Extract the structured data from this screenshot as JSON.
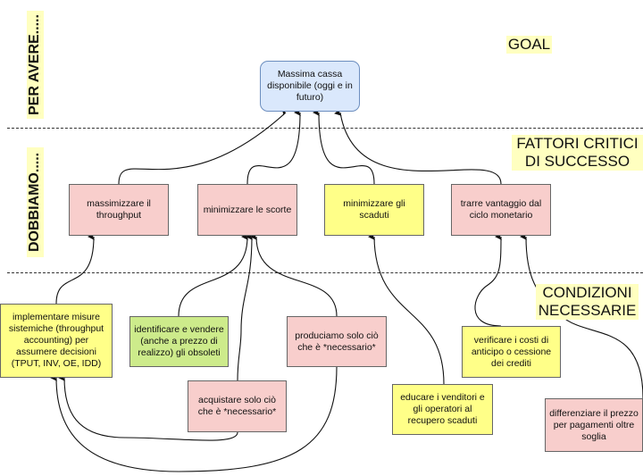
{
  "sections": {
    "per_avere": "PER AVERE.....",
    "dobbiamo": "DOBBIAMO.....",
    "goal": "GOAL",
    "fattori": "FATTORI CRITICI DI SUCCESSO",
    "condizioni": "CONDIZIONI NECESSARIE"
  },
  "goal_box": "Massima cassa disponibile (oggi e in futuro)",
  "critical_factors": [
    "massimizzare il throughput",
    "minimizzare le scorte",
    "minimizzare gli scaduti",
    "trarre vantaggio dal ciclo monetario"
  ],
  "conditions": [
    "implementare misure sistemiche (throughput accounting) per assumere decisioni (TPUT, INV, OE, IDD)",
    "identificare e vendere (anche a prezzo di realizzo) gli obsoleti",
    "acquistare solo ciò che è *necessario*",
    "produciamo solo ciò che è *necessario*",
    "educare i venditori e gli operatori al recupero scaduti",
    "verificare i costi di anticipo o cessione dei crediti",
    "differenziare il prezzo per pagamenti oltre soglia"
  ],
  "colors": {
    "pink": "#f8cecc",
    "yellow": "#ffff88",
    "green": "#cdeb8b",
    "blue": "#dae8fc"
  }
}
